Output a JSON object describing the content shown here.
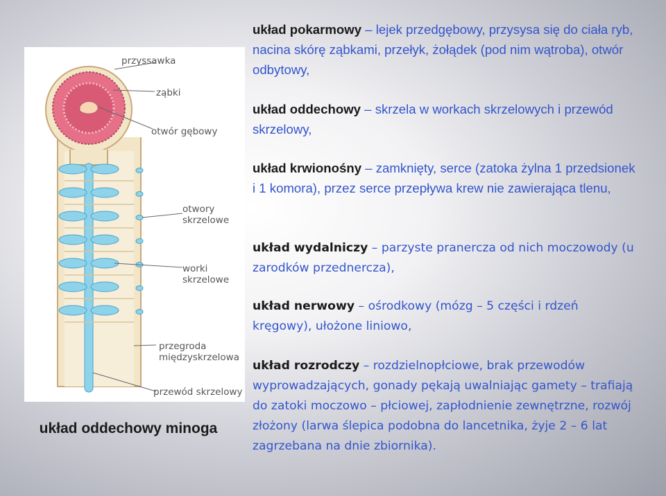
{
  "figure": {
    "labels": {
      "przyssawka": "przyssawka",
      "zabki": "ząbki",
      "otwor_gebowy": "otwór gębowy",
      "otwory_skrzelowe": "otwory\nskrzelowe",
      "worki_skrzelowe": "worki\nskrzelowe",
      "przegroda": "przegroda\nmiędzyskrzelowa",
      "przewod_skrzelowy": "przewód skrzelowy"
    }
  },
  "caption": "układ oddechowy minoga",
  "paragraphs": [
    {
      "term": "układ pokarmowy",
      "body": " – lejek przedgębowy, przysysa się do ciała ryb, nacina skórę ząbkami, przełyk, żołądek (pod nim wątroba), otwór odbytowy,"
    },
    {
      "term": "układ oddechowy",
      "body": " – skrzela w workach skrzelowych i przewód skrzelowy,"
    },
    {
      "term": "układ krwionośny",
      "body": " – zamknięty, serce (zatoka żylna 1 przedsionek i 1 komora), przez serce przepływa krew nie zawierająca tlenu,"
    },
    {
      "term": "układ wydalniczy",
      "body": " – parzyste pranercza od nich moczowody (u zarodków przednercza),"
    },
    {
      "term": "układ nerwowy",
      "body": " – ośrodkowy (mózg – 5 części i rdzeń kręgowy), ułożone liniowo,"
    },
    {
      "term": "układ rozrodczy",
      "body": " – rozdzielnopłciowe, brak przewodów wyprowadzających, gonady pękają uwalniając gamety – trafiają do zatoki moczowo – płciowej, zapłodnienie zewnętrzne, rozwój złożony (larwa ślepica podobna do lancetnika, żyje 2 – 6 lat zagrzebana na dnie zbiornika)."
    }
  ]
}
